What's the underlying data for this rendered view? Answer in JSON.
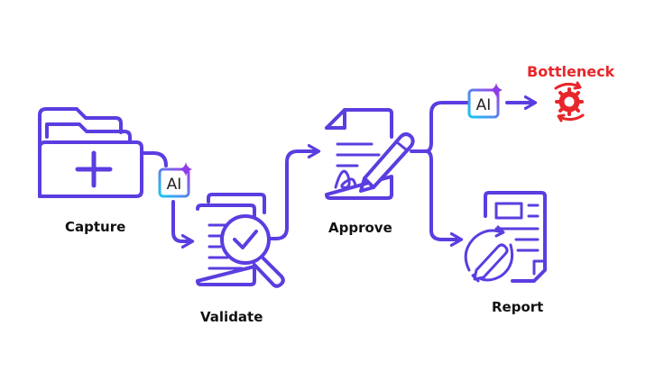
{
  "colors": {
    "stroke": "#5b3de0",
    "alert": "#e8262a",
    "text": "#111111",
    "ai_gradient_start": "#19c6f2",
    "ai_gradient_end": "#a13de8",
    "sparkle": "#8c3ce8"
  },
  "steps": {
    "capture": {
      "label": "Capture",
      "icon": "folder-plus-icon"
    },
    "validate": {
      "label": "Validate",
      "icon": "document-magnifier-check-icon"
    },
    "approve": {
      "label": "Approve",
      "icon": "document-signature-pen-icon"
    },
    "report": {
      "label": "Report",
      "icon": "report-document-edit-icon"
    },
    "bottleneck": {
      "label": "Bottleneck",
      "icon": "gear-alert-icon"
    }
  },
  "ai_badges": [
    {
      "text": "AI",
      "location": "between capture and validate"
    },
    {
      "text": "AI",
      "location": "before bottleneck"
    }
  ]
}
